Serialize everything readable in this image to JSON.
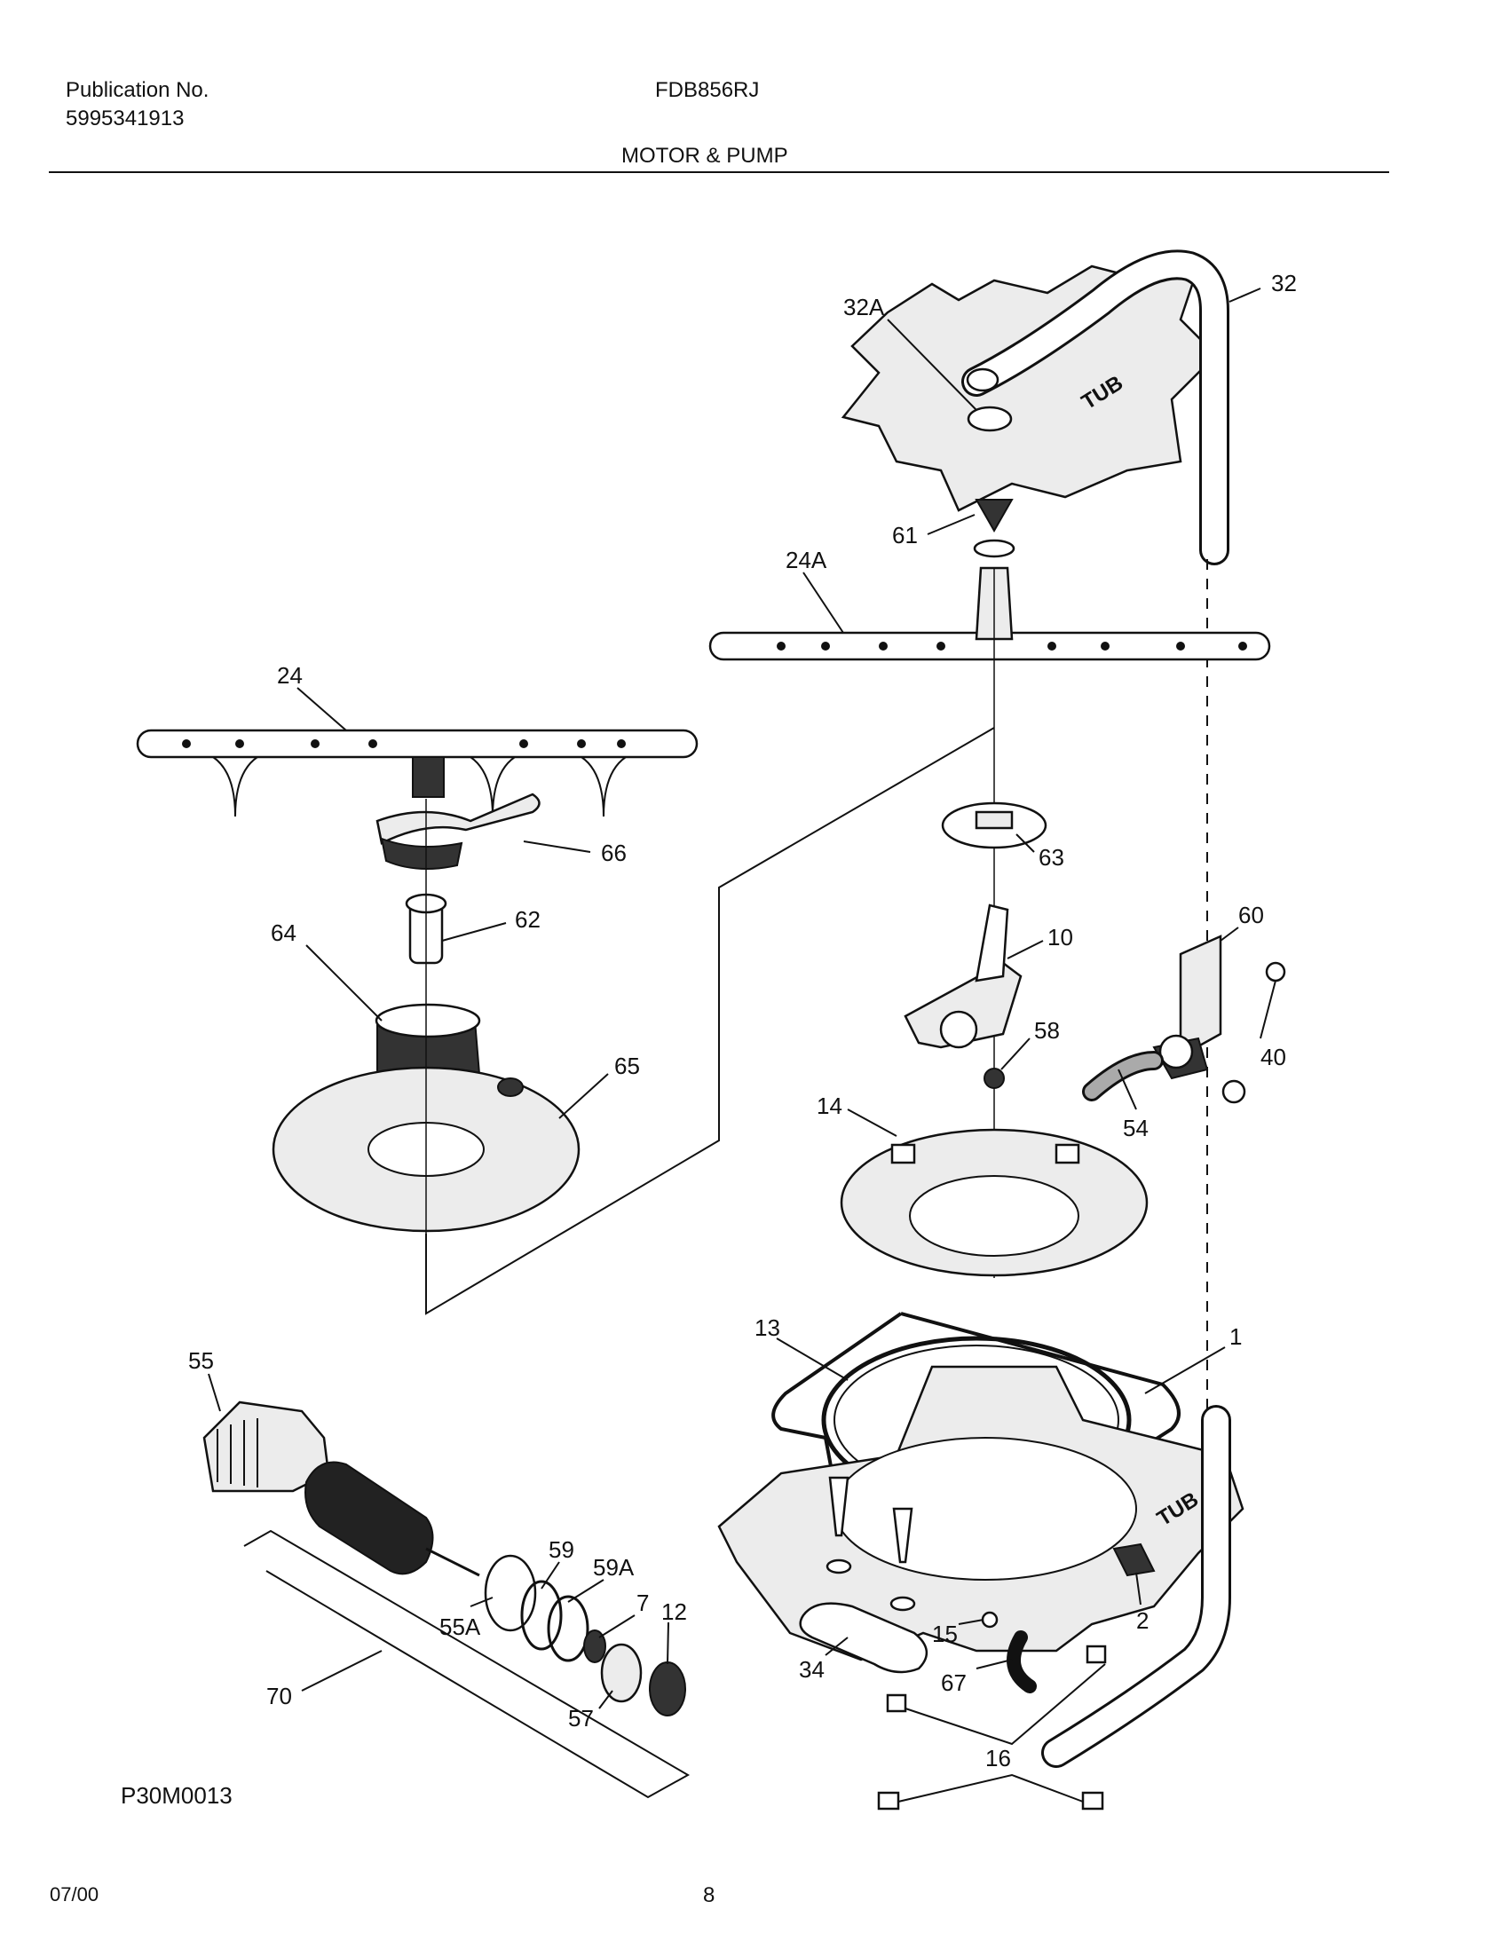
{
  "header": {
    "publication_label": "Publication No.",
    "publication_number": "5995341913",
    "model": "FDB856RJ",
    "section_title": "MOTOR & PUMP"
  },
  "tub_label": "TUB",
  "callouts": [
    "32A",
    "32",
    "61",
    "24A",
    "24",
    "66",
    "62",
    "64",
    "65",
    "63",
    "10",
    "60",
    "58",
    "40",
    "54",
    "14",
    "1",
    "13",
    "55",
    "59",
    "59A",
    "7",
    "12",
    "55A",
    "2",
    "15",
    "34",
    "67",
    "16",
    "70",
    "57"
  ],
  "reference_code": "P30M0013",
  "footer": {
    "date": "07/00",
    "page": "8"
  }
}
